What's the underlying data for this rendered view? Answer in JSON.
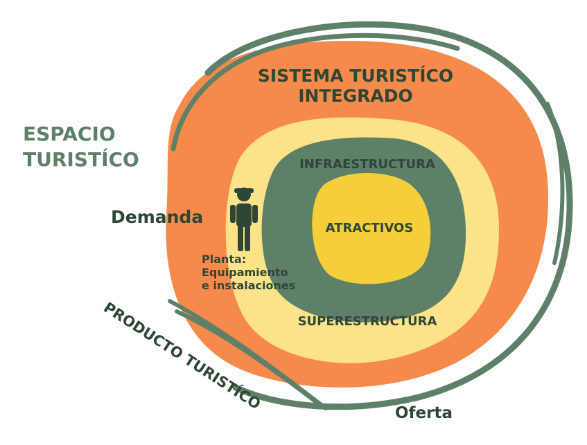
{
  "labels": {
    "sistema_line1": "SISTEMA TURISTÍCO",
    "sistema_line2": "INTEGRADO",
    "espacio_line1": "ESPACIO",
    "espacio_line2": "TURISTÍCO",
    "demanda": "Demanda",
    "infraestructura": "INFRAESTRUCTURA",
    "atractivos": "ATRACTIVOS",
    "planta_line1": "Planta:",
    "planta_line2": "Equipamiento",
    "planta_line3": "e instalaciones",
    "superestructura": "SUPERESTRUCTURA",
    "producto": "PRODUCTO TURISTÍCO",
    "oferta": "Oferta"
  },
  "colors": {
    "dark_green": "#5E8069",
    "orange": "#F58A4B",
    "light_yellow": "#FCE38A",
    "gold": "#F4CF39",
    "text_dark": "#2E4636",
    "stroke_green": "#5E8069"
  },
  "icons": {
    "traveler": "backpacker-icon"
  }
}
